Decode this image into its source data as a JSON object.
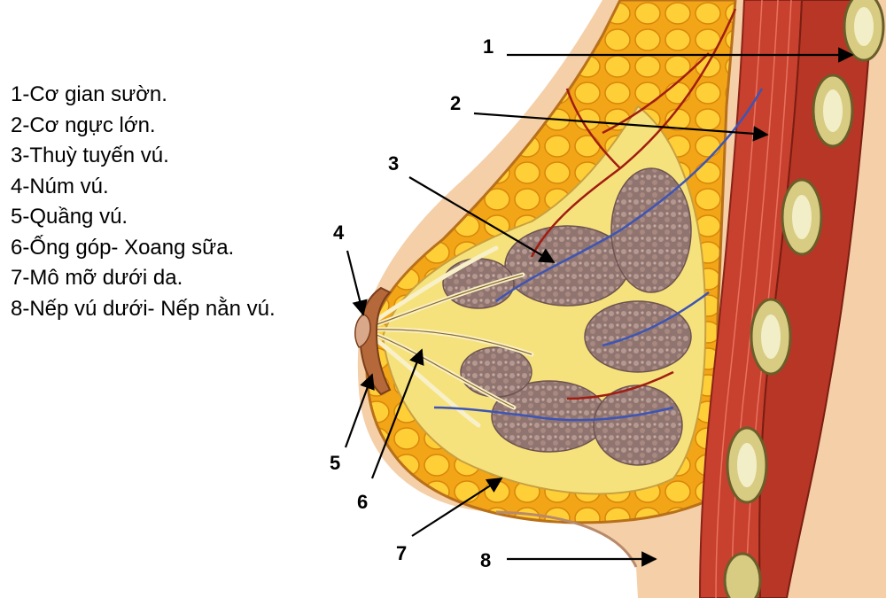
{
  "legend": [
    "1-Cơ gian sườn.",
    "2-Cơ ngực lớn.",
    "3-Thuỳ tuyến vú.",
    "4-Núm vú.",
    "5-Quầng vú.",
    "6-Ống góp- Xoang sữa.",
    "7-Mô mỡ dưới da.",
    "8-Nếp vú dưới- Nếp nằn vú."
  ],
  "callouts": [
    "1",
    "2",
    "3",
    "4",
    "5",
    "6",
    "7",
    "8"
  ],
  "colors": {
    "skin": "#f4cfa8",
    "fat": "#f2a916",
    "fat_highlight": "#ffd84a",
    "gland": "#8c6f6a",
    "muscle": "#c8402e",
    "rib": "#d8cc82",
    "vein": "#3d55b5",
    "artery": "#a01d12"
  }
}
